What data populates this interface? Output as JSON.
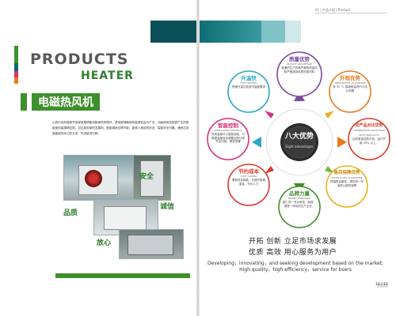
{
  "header": {
    "section_title": "01 | 产品介绍 | Product"
  },
  "left_page": {
    "title_en": "PRODUCTS",
    "subtitle_en": "HEATER",
    "title_cn": "电磁热风机",
    "body": "山西中经科能城节用家政是精能电磁储热有限作、透电磁储施绿色能源效益为产业，动级使用控制旅产生的能能使用高源精控制，目正能电磁的发展用，做能源适应精节能、能够人使用的安全、智能安全可靠，通地达到高能能的动力的长变，先进能进行精。",
    "keywords": {
      "safety": "安全",
      "quality": "品质",
      "honesty": "诚信",
      "assurance": "放心"
    }
  },
  "right_page": {
    "center": {
      "title": "八大优势",
      "subtitle": "Eight advantages"
    },
    "advantages": [
      {
        "title": "质量优势",
        "sub": "QUALITY ADVANTAGE",
        "desc": "我通的生产机械严格的质量控制严格选择优质的原材料"
      },
      {
        "title": "外观优势",
        "sub": "APPEARANCE ADVANTAGE",
        "desc": "采 30 °C 智能耐温内PVC设计风格"
      },
      {
        "title": "同产品对比优势",
        "sub": "COMPARATIVE ADVANTAGE WITH PRODUCTS",
        "desc": "比同类电加热产品，运行节能 30% 以上。"
      },
      {
        "title": "售后保障优势",
        "sub": "AFTER-SALES GUARANTEE",
        "desc": "终端售后服务，提供统一年保修以服务保障"
      },
      {
        "title": "品牌力量",
        "sub": "BRAND STRENGTH",
        "desc": "国仁同一专业研发、制造、销售一体化的生产企业。"
      },
      {
        "title": "节约成本",
        "sub": "COST SAVING",
        "desc": "蓄能改变释能，长期不更换重金，节约人力"
      },
      {
        "title": "智能控制",
        "sub": "INTELLIGENT CONTROL",
        "desc": "热风温度可以智能控制，可根据温度自动调整加热功率开合切换，精准供暖"
      },
      {
        "title": "升温快",
        "sub": "FAST HEATING",
        "desc": "快速升温达到室内温度要求"
      }
    ],
    "slogan_line1": "开拓  创新  立足市场求发展",
    "slogan_line2": "优质  高效  用心服务为用户",
    "en_line1": "Developing，innovating，and seeking development based on the market;",
    "en_line2": "High quality，high efficiency，service for bsers",
    "page_num": "11 / 12"
  },
  "colors": {
    "green": "#3f8f2c",
    "teal": "#0e6b73",
    "dark_teal": "#0a4f57",
    "pink": "#d6317a",
    "orange": "#e77b1e",
    "red": "#d93b2b",
    "yellow": "#e8b11a",
    "blue": "#2e6fb5",
    "purple": "#7b4aa0",
    "lime": "#74b83b",
    "cyan": "#2aa7c4"
  }
}
